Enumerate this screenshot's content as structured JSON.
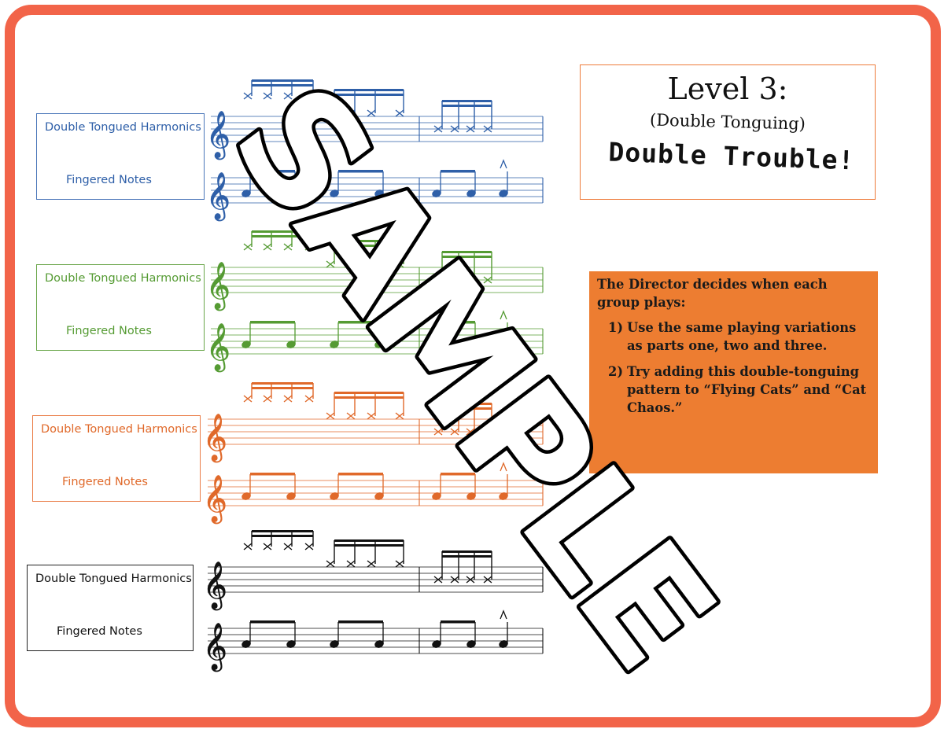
{
  "sections": [
    {
      "id": "blue",
      "color": "#2e5fa8",
      "label_harmonics": "Double Tongued Harmonics",
      "label_fingered": "Fingered Notes"
    },
    {
      "id": "green",
      "color": "#559b33",
      "label_harmonics": "Double Tongued Harmonics",
      "label_fingered": "Fingered Notes"
    },
    {
      "id": "orange",
      "color": "#e0692a",
      "label_harmonics": "Double Tongued Harmonics",
      "label_fingered": "Fingered Notes"
    },
    {
      "id": "black",
      "color": "#111111",
      "label_harmonics": "Double Tongued Harmonics",
      "label_fingered": "Fingered Notes"
    }
  ],
  "title": {
    "level": "Level 3:",
    "subtitle": "(Double Tonguing)",
    "fun": "Double Trouble!"
  },
  "info": {
    "intro": "The Director decides when each group plays:",
    "items": [
      {
        "num": "1)",
        "text": "Use the same playing variations as parts one, two and three."
      },
      {
        "num": "2)",
        "text": "Try adding this double-tonguing pattern to “Flying Cats” and “Cat Chaos.”"
      }
    ]
  },
  "watermark": "SAMPLE",
  "colors": {
    "frame": "#f26449",
    "info_bg": "#ed7d31",
    "title_border": "#ee7b3b"
  }
}
